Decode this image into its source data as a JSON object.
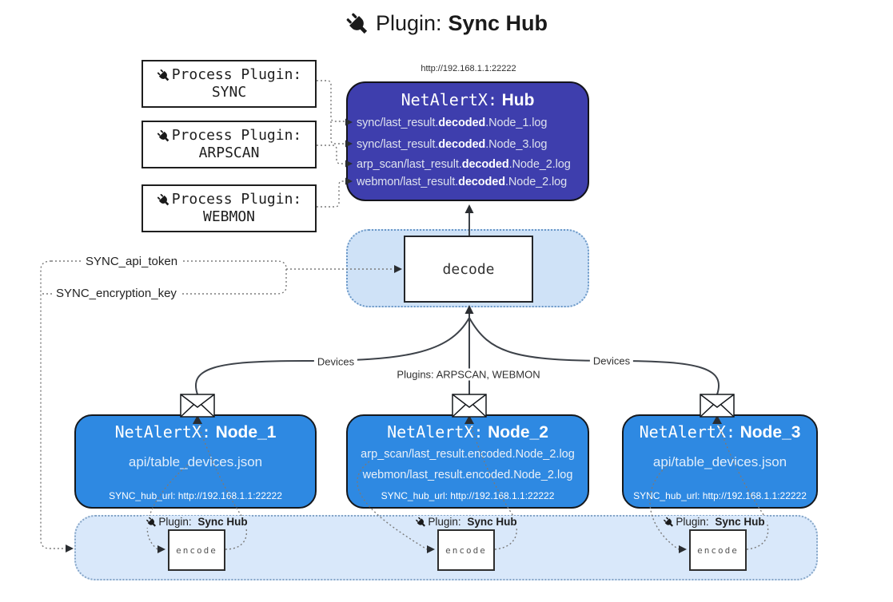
{
  "title": {
    "label": "Plugin:",
    "name": "Sync Hub"
  },
  "colors": {
    "hub": "#3e3ead",
    "node": "#2e89e2",
    "decode_band": "#cfe2f7",
    "encode_band": "#d9e8fa"
  },
  "hub": {
    "url": "http://192.168.1.1:22222",
    "title_prefix": "NetAlertX:",
    "title_name": "Hub",
    "logs": [
      {
        "pre": "sync/last_result.",
        "mid": "decoded",
        "post": ".Node_1.log"
      },
      {
        "pre": "sync/last_result.",
        "mid": "decoded",
        "post": ".Node_3.log"
      },
      {
        "pre": "arp_scan/last_result.",
        "mid": "decoded",
        "post": ".Node_2.log"
      },
      {
        "pre": "webmon/last_result.",
        "mid": "decoded",
        "post": ".Node_2.log"
      }
    ]
  },
  "process_plugins": [
    {
      "label": "Process Plugin:",
      "name": "SYNC"
    },
    {
      "label": "Process Plugin:",
      "name": "ARPSCAN"
    },
    {
      "label": "Process Plugin:",
      "name": "WEBMON"
    }
  ],
  "decode_label": "decode",
  "settings": {
    "api_token": "SYNC_api_token",
    "encryption_key": "SYNC_encryption_key"
  },
  "edge_labels": {
    "devices_left": "Devices",
    "devices_right": "Devices",
    "plugins": "Plugins: ARPSCAN, WEBMON"
  },
  "nodes": [
    {
      "title_prefix": "NetAlertX:",
      "title_name": "Node_1",
      "files": [
        "api/table_devices.json"
      ],
      "hub_url": "SYNC_hub_url: http://192.168.1.1:22222"
    },
    {
      "title_prefix": "NetAlertX:",
      "title_name": "Node_2",
      "files": [
        "arp_scan/last_result.encoded.Node_2.log",
        "webmon/last_result.encoded.Node_2.log"
      ],
      "hub_url": "SYNC_hub_url: http://192.168.1.1:22222"
    },
    {
      "title_prefix": "NetAlertX:",
      "title_name": "Node_3",
      "files": [
        "api/table_devices.json"
      ],
      "hub_url": "SYNC_hub_url: http://192.168.1.1:22222"
    }
  ],
  "encode": {
    "label": "encode",
    "plugin_label": "Plugin:",
    "plugin_name": "Sync Hub"
  }
}
